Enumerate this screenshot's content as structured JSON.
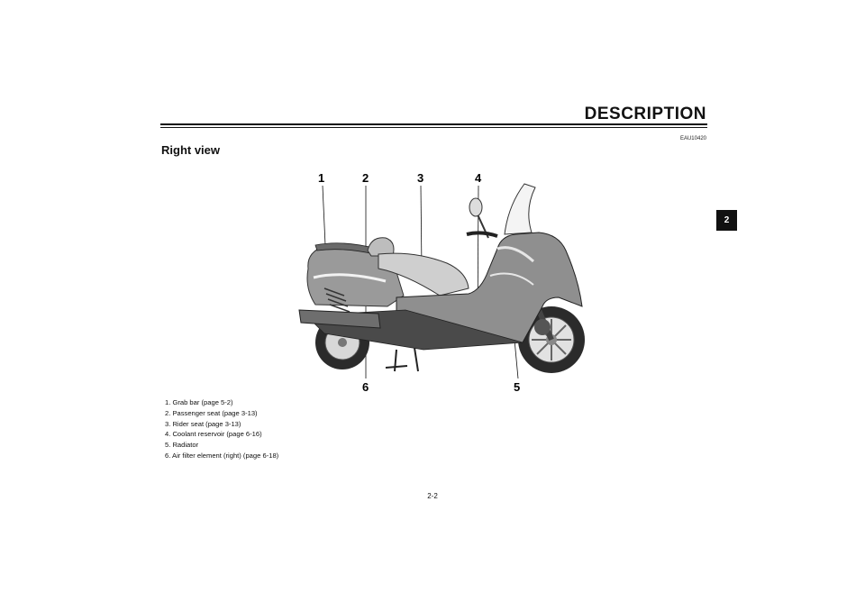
{
  "header": {
    "title": "DESCRIPTION",
    "code": "EAU10420"
  },
  "section": {
    "title": "Right view"
  },
  "chapter_tab": "2",
  "figure": {
    "callouts": [
      "1",
      "2",
      "3",
      "4",
      "5",
      "6"
    ]
  },
  "legend": [
    "1. Grab bar (page 5-2)",
    "2. Passenger seat (page 3-13)",
    "3. Rider seat (page 3-13)",
    "4. Coolant reservoir (page 6-16)",
    "5. Radiator",
    "6. Air filter element (right) (page 6-18)"
  ],
  "footer": {
    "page_number": "2-2"
  }
}
